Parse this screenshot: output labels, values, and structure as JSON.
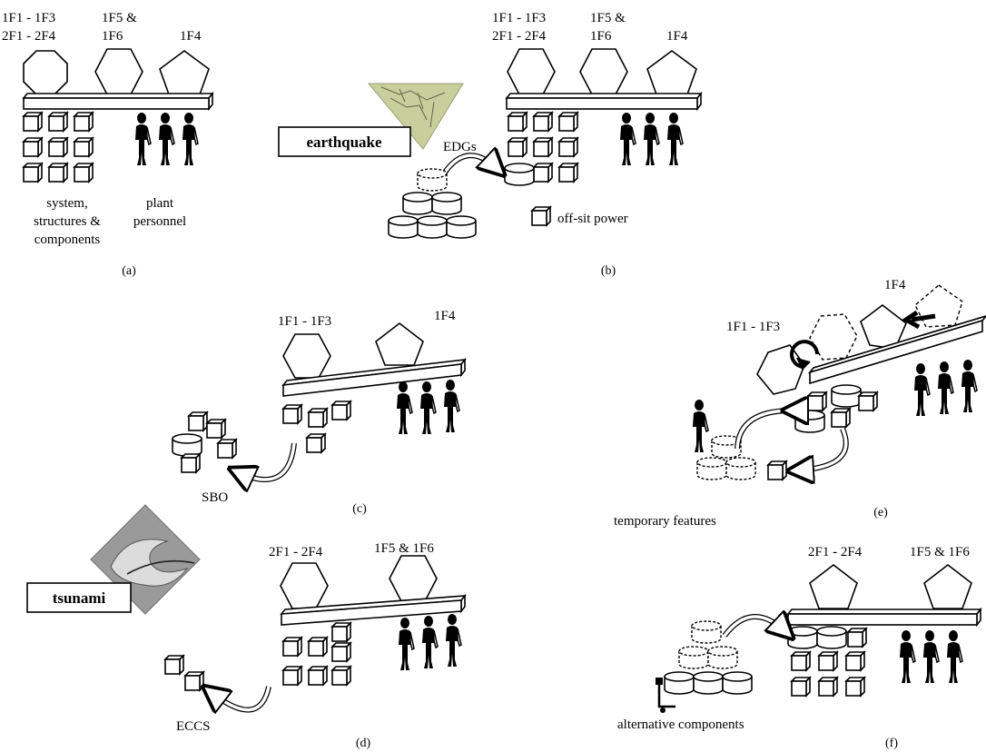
{
  "panels": {
    "a": {
      "caption": "(a)",
      "top_labels": [
        "1F1 - 1F3",
        "2F1 - 2F4",
        "1F5 &",
        "1F6",
        "1F4"
      ],
      "ssc_label": [
        "system,",
        "structures &",
        "components"
      ],
      "personnel_label": [
        "plant",
        "personnel"
      ]
    },
    "b": {
      "caption": "(b)",
      "top_labels": [
        "1F1 - 1F3",
        "2F1 - 2F4",
        "1F5 &",
        "1F6",
        "1F4"
      ],
      "event_box": "earthquake",
      "edg_label": "EDGs",
      "offsite_label": "off-sit power"
    },
    "c": {
      "caption": "(c)",
      "top_labels": [
        "1F1 - 1F3",
        "1F4"
      ],
      "sbo_label": "SBO"
    },
    "d": {
      "caption": "(d)",
      "top_labels": [
        "2F1 - 2F4",
        "1F5 & 1F6"
      ],
      "event_box": "tsunami",
      "eccs_label": "ECCS"
    },
    "e": {
      "caption": "(e)",
      "top_labels": [
        "1F4",
        "1F1 - 1F3"
      ],
      "bottom_label": "temporary features"
    },
    "f": {
      "caption": "(f)",
      "top_labels": [
        "2F1 - 2F4",
        "1F5 & 1F6"
      ],
      "bottom_label": "alternative components"
    }
  },
  "colors": {
    "ink": "#000000",
    "ground_green": "#c9cf9c",
    "tsunami_gray": "#8a8a8a"
  }
}
